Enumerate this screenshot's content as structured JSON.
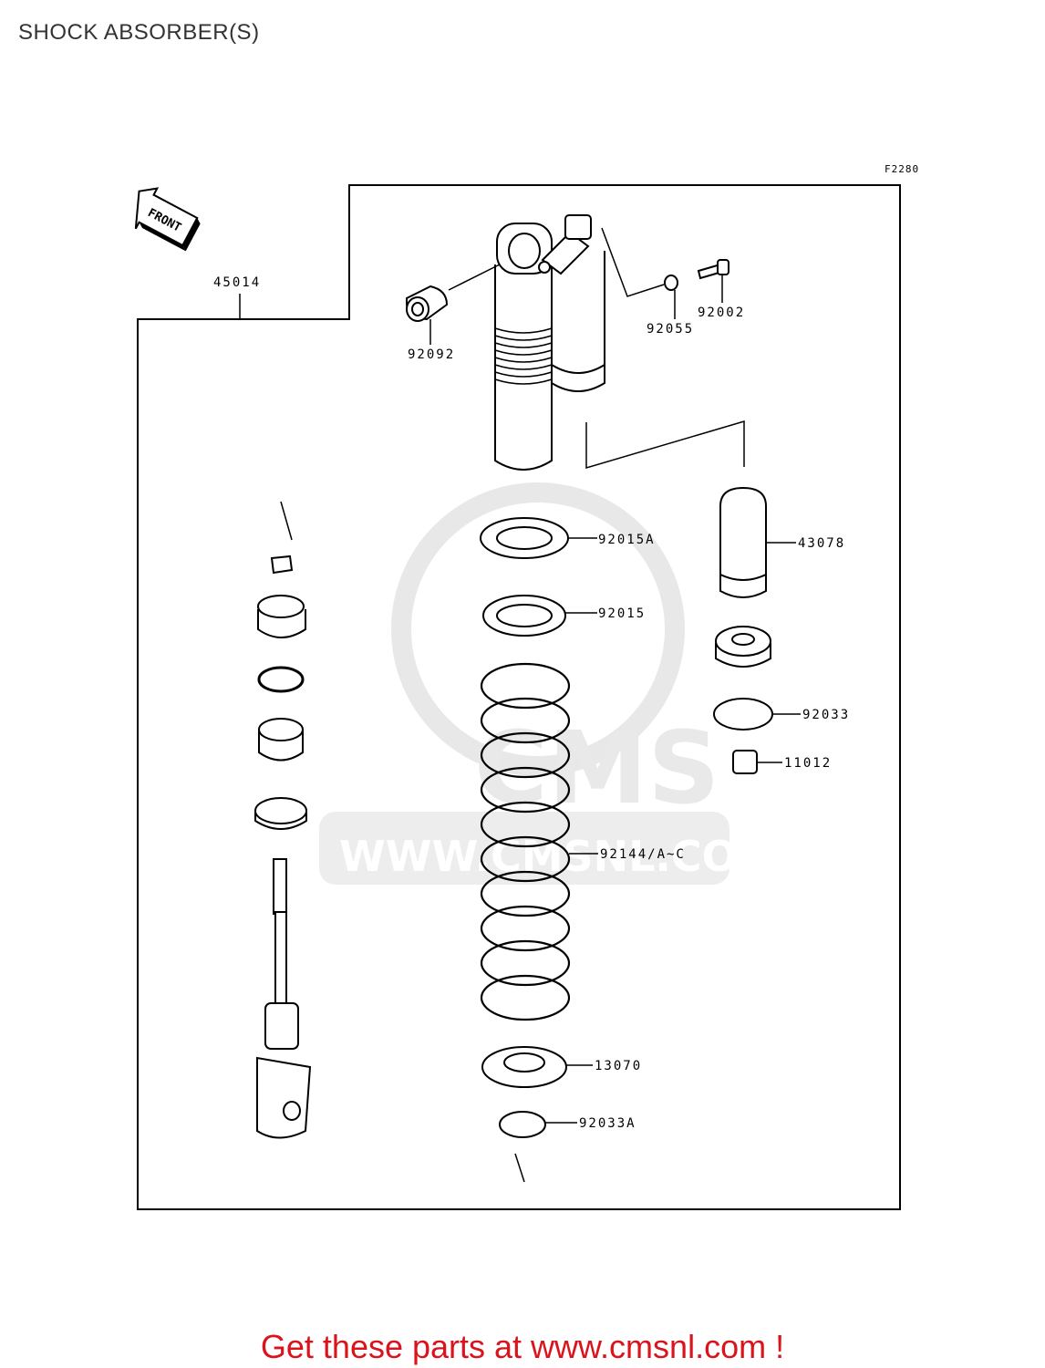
{
  "page": {
    "title": "SHOCK ABSORBER(S)"
  },
  "diagram": {
    "figure_code": "F2280",
    "front_arrow_text": "FRONT",
    "watermark_text": "WWW.CMSNL.COM",
    "watermark_logo_text": "CMS",
    "parts": [
      {
        "number": "45014"
      },
      {
        "number": "92092"
      },
      {
        "number": "92055"
      },
      {
        "number": "92002"
      },
      {
        "number": "92015A"
      },
      {
        "number": "92015"
      },
      {
        "number": "43078"
      },
      {
        "number": "92033"
      },
      {
        "number": "11012"
      },
      {
        "number": "92144/A~C"
      },
      {
        "number": "13070"
      },
      {
        "number": "92033A"
      }
    ]
  },
  "footer": {
    "cta": "Get these parts at www.cmsnl.com !"
  },
  "colors": {
    "accent": "#d9141c",
    "line": "#000000",
    "watermark": "#e6e6e6"
  }
}
